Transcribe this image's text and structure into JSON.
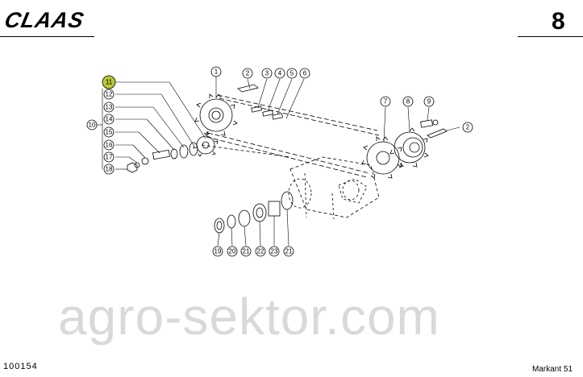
{
  "header": {
    "brand": "CLAAS",
    "page_number": "8"
  },
  "footer": {
    "doc_number": "100154",
    "model": "Markant 51"
  },
  "watermark": "agro-sektor.com",
  "callouts": {
    "c1": "1",
    "c2a": "2",
    "c3": "3",
    "c4": "4",
    "c5": "5",
    "c6": "6",
    "c7": "7",
    "c8": "8",
    "c9": "9",
    "c2b": "2",
    "c10": "10",
    "c11": "11",
    "c12": "12",
    "c13": "13",
    "c14": "14",
    "c15": "15",
    "c16": "16",
    "c17": "17",
    "c18": "18",
    "c19": "19",
    "c20": "20",
    "c21a": "21",
    "c22": "22",
    "c23": "23",
    "c21b": "21"
  },
  "highlight_color": "#b9c832"
}
